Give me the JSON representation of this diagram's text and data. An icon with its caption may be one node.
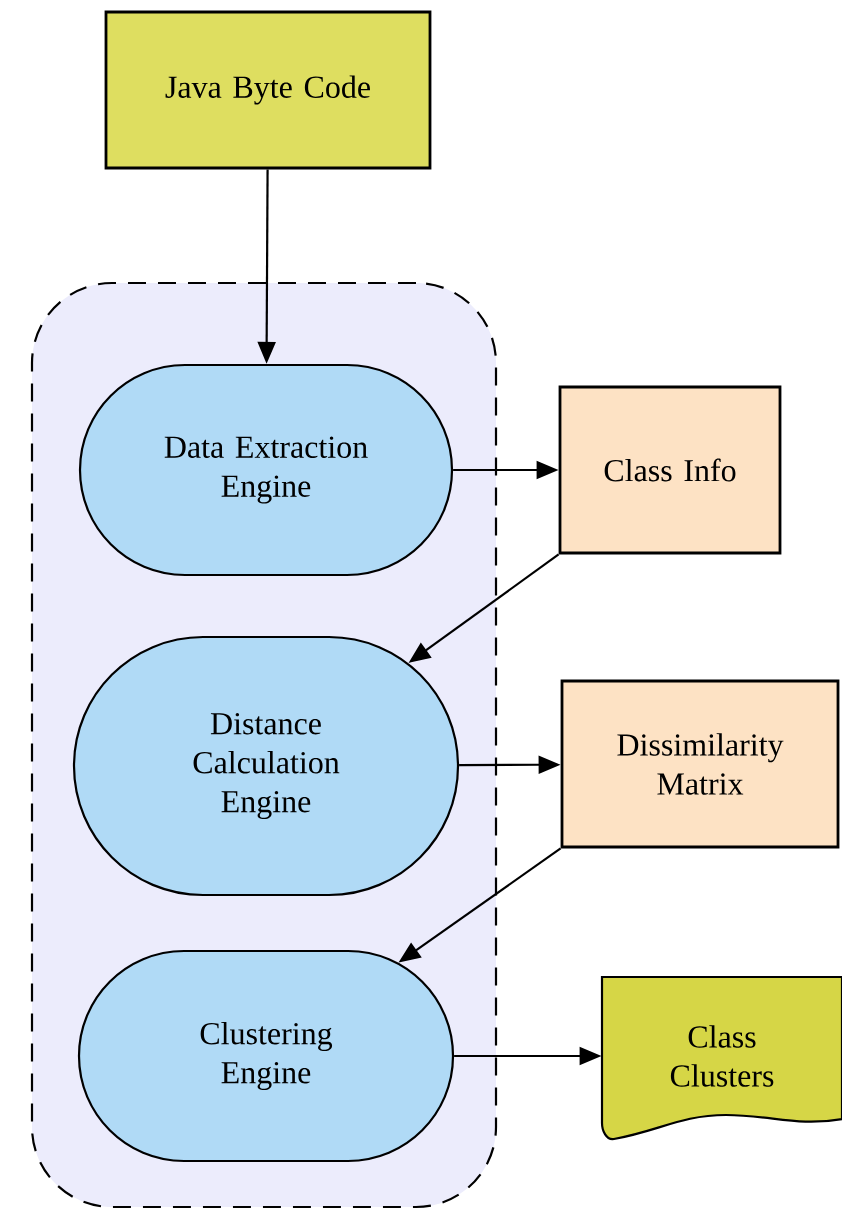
{
  "diagram": {
    "nodes": [
      {
        "text": [
          "Java Byte Code"
        ]
      },
      {
        "text": [],
        "shape": "box"
      },
      {
        "text": [
          "Data Extraction Engine"
        ],
        "in": 1
      },
      {
        "text": [
          "Class Info"
        ]
      },
      {
        "text": [
          "Distance Calculation Engine"
        ],
        "in": 1
      },
      {
        "text": [
          "Dissimilarity Matrix"
        ]
      },
      {
        "text": [
          "Clustering Engine"
        ],
        "in": 1
      },
      {
        "text": [
          "Class Clusters"
        ]
      }
    ],
    "edges": [
      {
        "from": 0,
        "to": 2,
        "arrow": "to"
      },
      {
        "from": 2,
        "to": 3,
        "arrow": "to"
      },
      {
        "from": 3,
        "to": 4,
        "arrow": "to"
      },
      {
        "from": 4,
        "to": 5,
        "arrow": "to"
      },
      {
        "from": 5,
        "to": 6,
        "arrow": "to"
      },
      {
        "from": 6,
        "to": 7,
        "arrow": "to"
      }
    ]
  }
}
